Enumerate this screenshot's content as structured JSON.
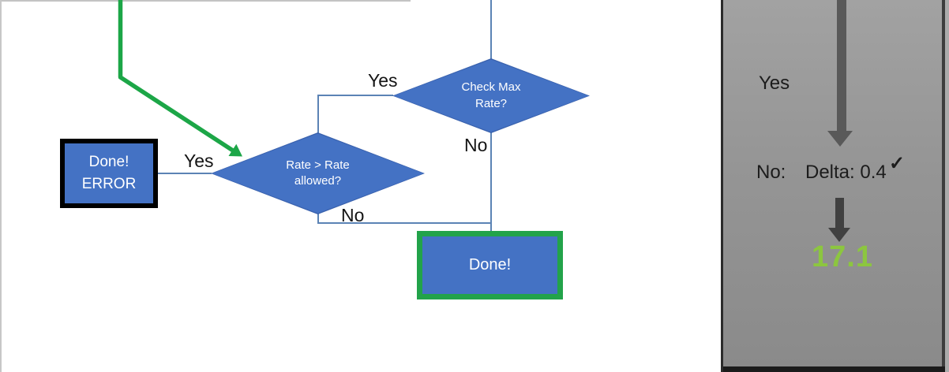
{
  "flowchart": {
    "nodes": {
      "check_max_rate": {
        "line1": "Check Max",
        "line2": "Rate?"
      },
      "rate_allowed": {
        "line1": "Rate > Rate",
        "line2": "allowed?"
      },
      "done_error": {
        "line1": "Done!",
        "line2": "ERROR"
      },
      "done": {
        "label": "Done!"
      }
    },
    "edge_labels": {
      "check_yes": "Yes",
      "check_no": "No",
      "rate_yes": "Yes",
      "rate_no": "No"
    }
  },
  "panel": {
    "yes_label": "Yes",
    "no_label": "No:",
    "delta_value": "Delta: 0.4",
    "checkmark": "✓",
    "result_value": "17.1"
  },
  "colors": {
    "node_fill_blue": "#4472C4",
    "connector_blue": "#5b83b5",
    "highlight_green": "#1CA647",
    "done_border_green": "#22A34A",
    "result_green": "#8CC63F",
    "panel_gray": "#959595",
    "panel_arrow_gray": "#595959"
  }
}
